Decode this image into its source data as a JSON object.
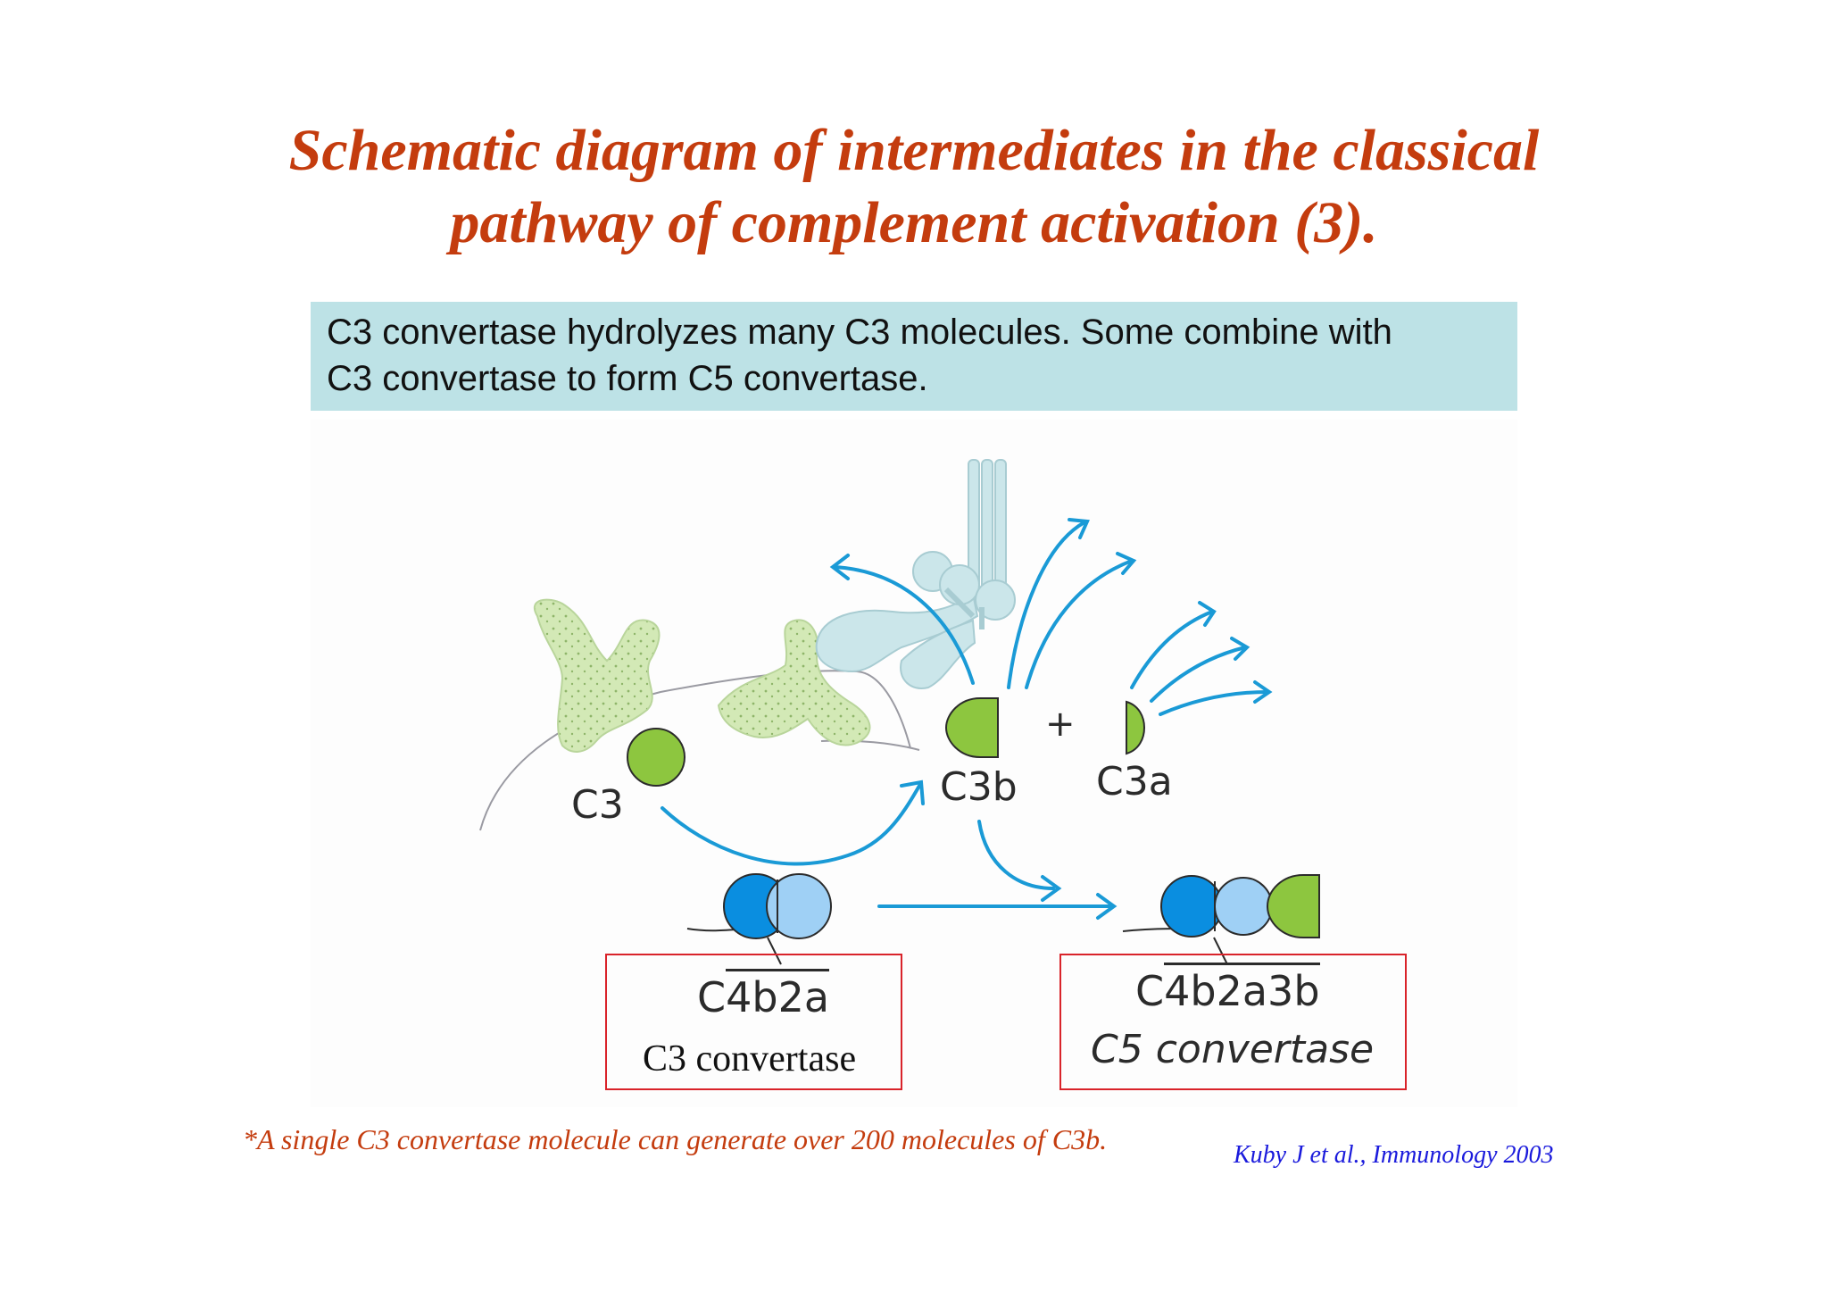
{
  "title": {
    "line1": "Schematic diagram of intermediates in the classical",
    "line2": "pathway of complement activation (3)."
  },
  "info_box": {
    "line1": "C3 convertase hydrolyzes many C3 molecules. Some combine with",
    "line2": "C3 convertase to form C5 convertase."
  },
  "diagram": {
    "labels": {
      "c3": "C3",
      "c3b": "C3b",
      "c3a": "C3a",
      "plus": "+",
      "c4b2a_prefix": "C",
      "c4b2a_overlined": "4b2a",
      "c3_convertase": "C3 convertase",
      "c4b2a3b_prefix": "C",
      "c4b2a3b_overlined": "4b2a3b",
      "c5_convertase": "C5 convertase"
    },
    "colors": {
      "title": "#c43c0e",
      "info_box_bg": "#bde2e6",
      "c3_green": "#8dc63f",
      "c4b_blue": "#0a8ee0",
      "c2a_light_blue": "#9fd0f5",
      "arrow_blue": "#1a9ad6",
      "antibody_green": "#cfe6b0",
      "c1_complex": "#cbe6ea",
      "label_box_border": "#d9232a",
      "citation": "#1a1adc"
    }
  },
  "footnote": "*A single C3 convertase molecule can generate over 200 molecules of C3b.",
  "citation": "Kuby J et al., Immunology 2003"
}
